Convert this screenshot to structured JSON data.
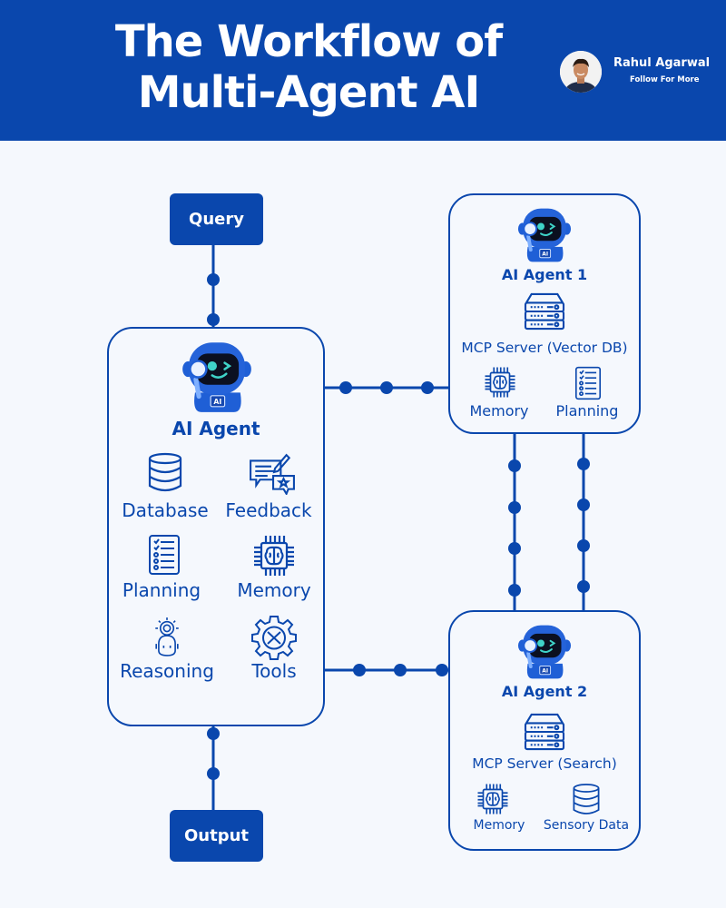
{
  "header": {
    "title_line1": "The Workflow of",
    "title_line2": "Multi-Agent AI",
    "author_name": "Rahul Agarwal",
    "author_cta": "Follow For More"
  },
  "colors": {
    "primary": "#0a47ad",
    "background": "#f5f8fd",
    "accent_teal": "#3fd3c8"
  },
  "flow": {
    "query_label": "Query",
    "output_label": "Output"
  },
  "main_agent": {
    "title": "AI Agent",
    "icon": "robot-mascot-icon",
    "capabilities": [
      {
        "label": "Database",
        "icon": "database-icon"
      },
      {
        "label": "Feedback",
        "icon": "feedback-icon"
      },
      {
        "label": "Planning",
        "icon": "checklist-icon"
      },
      {
        "label": "Memory",
        "icon": "brain-chip-icon"
      },
      {
        "label": "Reasoning",
        "icon": "reasoning-head-icon"
      },
      {
        "label": "Tools",
        "icon": "tools-gear-icon"
      }
    ]
  },
  "agent1": {
    "title": "AI Agent 1",
    "server": "MCP Server (Vector DB)",
    "items": [
      {
        "label": "Memory",
        "icon": "brain-chip-icon"
      },
      {
        "label": "Planning",
        "icon": "checklist-icon"
      }
    ]
  },
  "agent2": {
    "title": "AI Agent 2",
    "server": "MCP Server (Search)",
    "items": [
      {
        "label": "Memory",
        "icon": "brain-chip-icon"
      },
      {
        "label": "Sensory Data",
        "icon": "database-icon"
      }
    ]
  }
}
